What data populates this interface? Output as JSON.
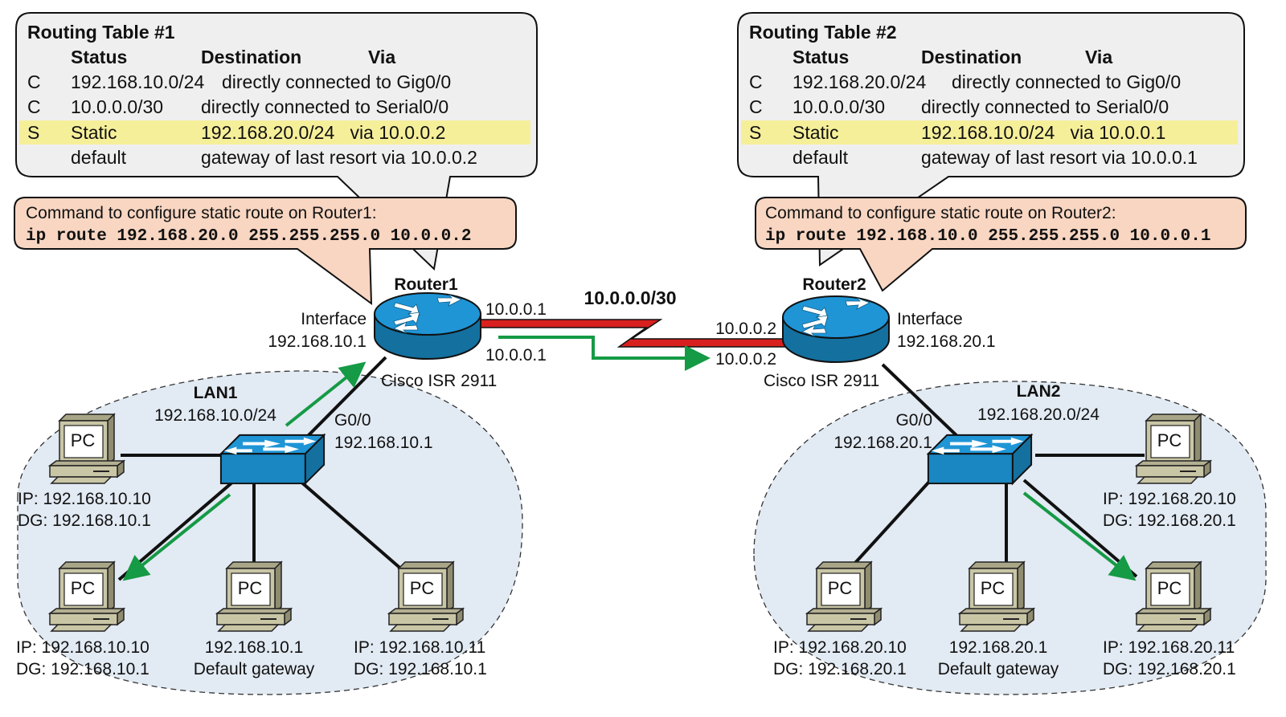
{
  "routing_tables": [
    {
      "title": "Routing Table #1",
      "headers": {
        "status": "Status",
        "destination": "Destination",
        "via": "Via"
      },
      "rows": [
        {
          "code": "C",
          "c1": "192.168.10.0/24",
          "c2": "directly connected to Gig0/0",
          "highlight": false
        },
        {
          "code": "C",
          "c1": "10.0.0.0/30",
          "c2": "directly connected to Serial0/0",
          "highlight": false
        },
        {
          "code": "S",
          "c1": "Static",
          "c2": "192.168.20.0/24   via 10.0.0.2",
          "highlight": true
        },
        {
          "code": "",
          "c1": "default",
          "c2": "gateway of last resort via 10.0.0.2",
          "highlight": false
        }
      ]
    },
    {
      "title": "Routing Table #2",
      "headers": {
        "status": "Status",
        "destination": "Destination",
        "via": "Via"
      },
      "rows": [
        {
          "code": "C",
          "c1": "192.168.20.0/24",
          "c2": "directly connected to Gig0/0",
          "highlight": false
        },
        {
          "code": "C",
          "c1": "10.0.0.0/30",
          "c2": "directly connected to Serial0/0",
          "highlight": false
        },
        {
          "code": "S",
          "c1": "Static",
          "c2": "192.168.10.0/24   via 10.0.0.1",
          "highlight": true
        },
        {
          "code": "",
          "c1": "default",
          "c2": "gateway of last resort via 10.0.0.1",
          "highlight": false
        }
      ]
    }
  ],
  "commands": [
    {
      "caption": "Command to configure static route on Router1:",
      "command": "ip route 192.168.20.0 255.255.255.0 10.0.0.2"
    },
    {
      "caption": "Command to configure static route on Router2:",
      "command": "ip route 192.168.10.0 255.255.255.0 10.0.0.1"
    }
  ],
  "routers": [
    {
      "name": "Router1",
      "model": "Cisco ISR 2911",
      "interface_label": "Interface",
      "interface_ip": "192.168.10.1",
      "serial_ip_top": "10.0.0.1",
      "serial_ip_bottom": "10.0.0.1"
    },
    {
      "name": "Router2",
      "model": "Cisco ISR 2911",
      "interface_label": "Interface",
      "interface_ip": "192.168.20.1",
      "serial_ip_top": "10.0.0.2",
      "serial_ip_bottom": "10.0.0.2"
    }
  ],
  "wan_link": {
    "network": "10.0.0.0/30"
  },
  "lans": [
    {
      "name": "LAN1",
      "network": "192.168.10.0/24",
      "gateway_port": "G0/0",
      "gateway_ip": "192.168.10.1",
      "pcs": [
        {
          "icon_label": "PC",
          "line1": "IP: 192.168.10.10",
          "line2": "DG: 192.168.10.1"
        },
        {
          "icon_label": "PC",
          "line1": "IP: 192.168.10.10",
          "line2": "DG: 192.168.10.1"
        },
        {
          "icon_label": "PC",
          "line1": "192.168.10.1",
          "line2": "Default gateway"
        },
        {
          "icon_label": "PC",
          "line1": "IP: 192.168.10.11",
          "line2": "DG: 192.168.10.1"
        }
      ]
    },
    {
      "name": "LAN2",
      "network": "192.168.20.0/24",
      "gateway_port": "G0/0",
      "gateway_ip": "192.168.20.1",
      "pcs": [
        {
          "icon_label": "PC",
          "line1": "IP: 192.168.20.10",
          "line2": "DG: 192.168.20.1"
        },
        {
          "icon_label": "PC",
          "line1": "IP: 192.168.20.10",
          "line2": "DG: 192.168.20.1"
        },
        {
          "icon_label": "PC",
          "line1": "192.168.20.1",
          "line2": "Default gateway"
        },
        {
          "icon_label": "PC",
          "line1": "IP: 192.168.20.11",
          "line2": "DG: 192.168.20.1"
        }
      ]
    }
  ],
  "colors": {
    "table_bg": "#efefef",
    "highlight": "#f6ef9a",
    "command_bg": "#f8d6c2",
    "lan_bg": "#e2eaf3",
    "device_blue": "#1f8fd0",
    "device_blue_dark": "#14709f",
    "serial_red": "#d8201f",
    "flow_green": "#159a45",
    "pc_beige": "#c9c6a6"
  }
}
